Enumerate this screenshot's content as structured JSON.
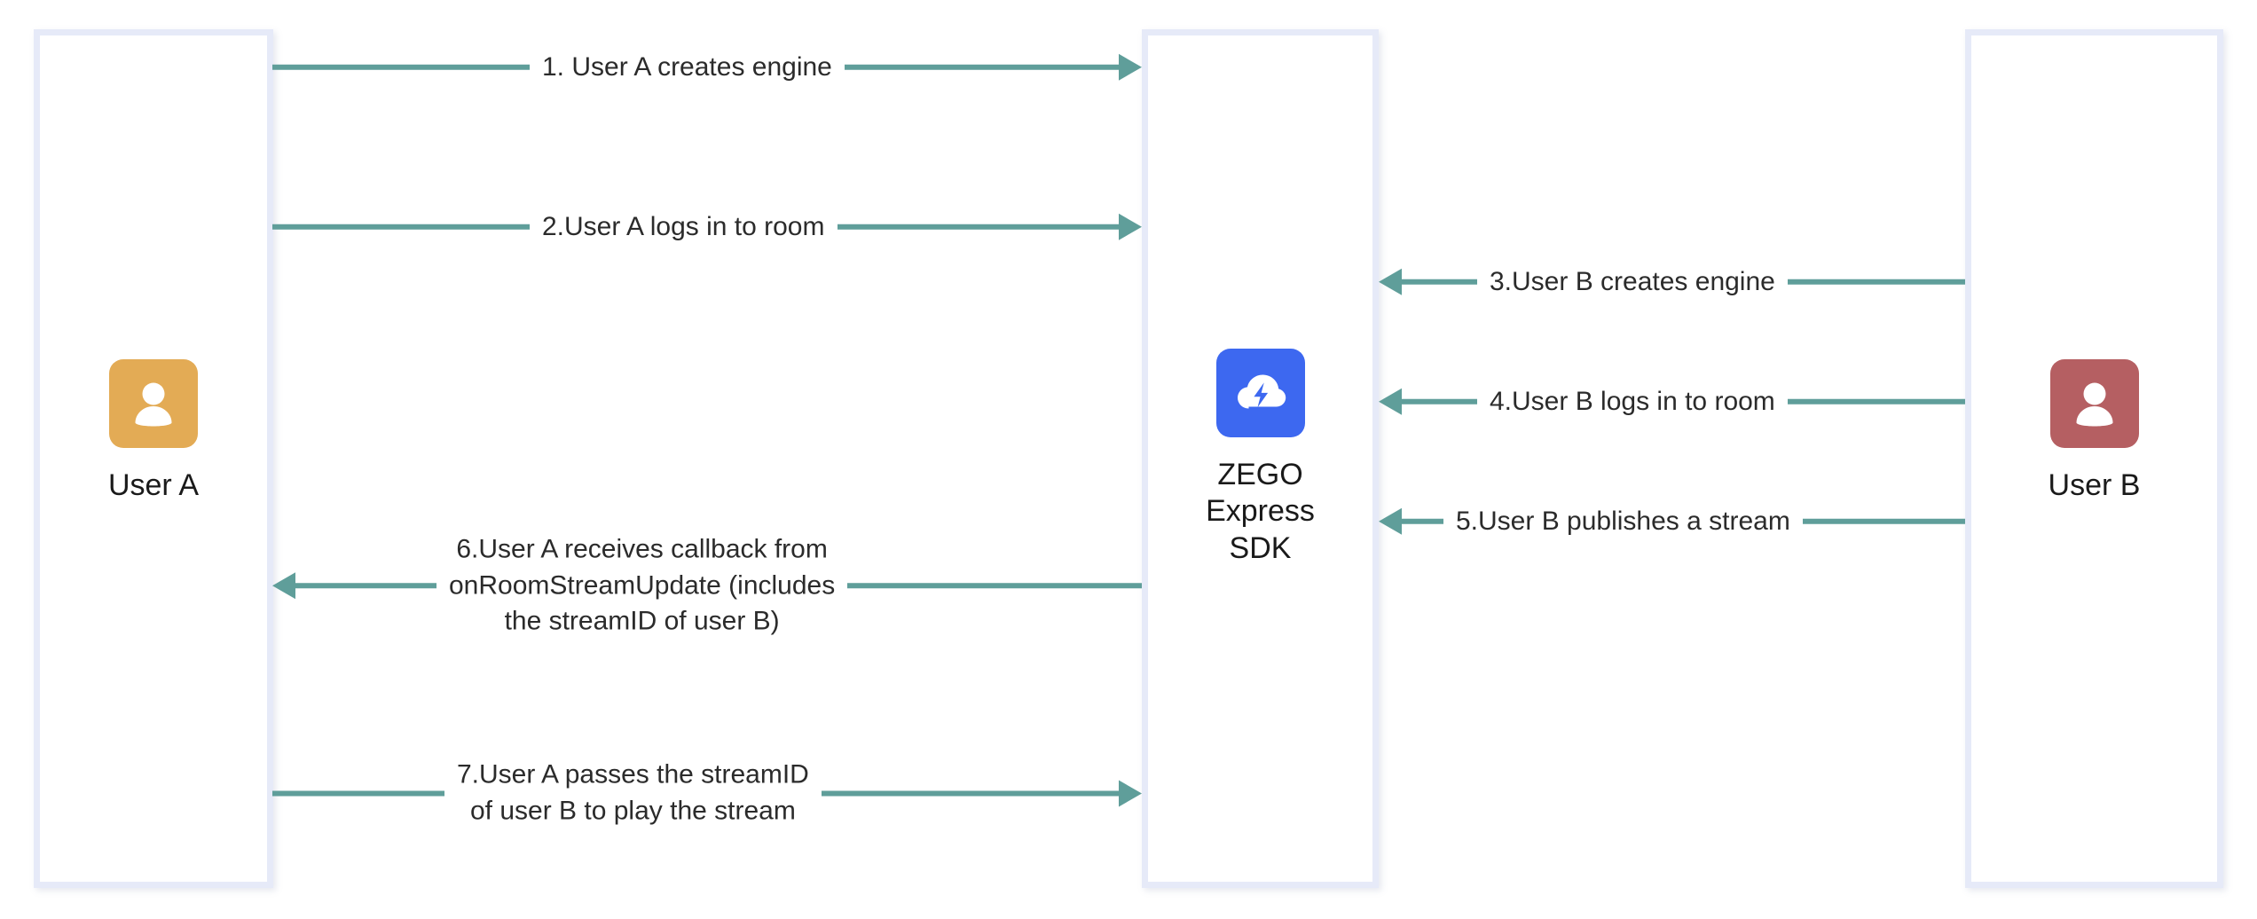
{
  "diagram": {
    "type": "sequence-diagram",
    "title": "",
    "accent_color": "#5f9e9a",
    "column_border_color": "#e6eaf8",
    "lifelines": [
      {
        "id": "user-a",
        "label": "User A",
        "avatar_icon": "person-icon",
        "avatar_color": "#e3ab55"
      },
      {
        "id": "zego-express-sdk",
        "label": "ZEGO\nExpress\nSDK",
        "avatar_icon": "cloud-lightning-icon",
        "avatar_color": "#3d68f0"
      },
      {
        "id": "user-b",
        "label": "User B",
        "avatar_icon": "person-icon",
        "avatar_color": "#b55f62"
      }
    ],
    "messages": [
      {
        "step": 1,
        "text": "1. User A creates engine",
        "from": "user-a",
        "to": "zego-express-sdk",
        "direction": "right"
      },
      {
        "step": 2,
        "text": "2.User A logs in to room",
        "from": "user-a",
        "to": "zego-express-sdk",
        "direction": "right"
      },
      {
        "step": 3,
        "text": "3.User B creates engine",
        "from": "user-b",
        "to": "zego-express-sdk",
        "direction": "left"
      },
      {
        "step": 4,
        "text": "4.User B logs in to room",
        "from": "user-b",
        "to": "zego-express-sdk",
        "direction": "left"
      },
      {
        "step": 5,
        "text": "5.User B publishes a stream",
        "from": "user-b",
        "to": "zego-express-sdk",
        "direction": "left"
      },
      {
        "step": 6,
        "text": "6.User A receives callback from\nonRoomStreamUpdate (includes\nthe streamID of user B)",
        "from": "zego-express-sdk",
        "to": "user-a",
        "direction": "left"
      },
      {
        "step": 7,
        "text": "7.User A passes the streamID\nof user B to play the stream",
        "from": "user-a",
        "to": "zego-express-sdk",
        "direction": "right"
      }
    ]
  }
}
